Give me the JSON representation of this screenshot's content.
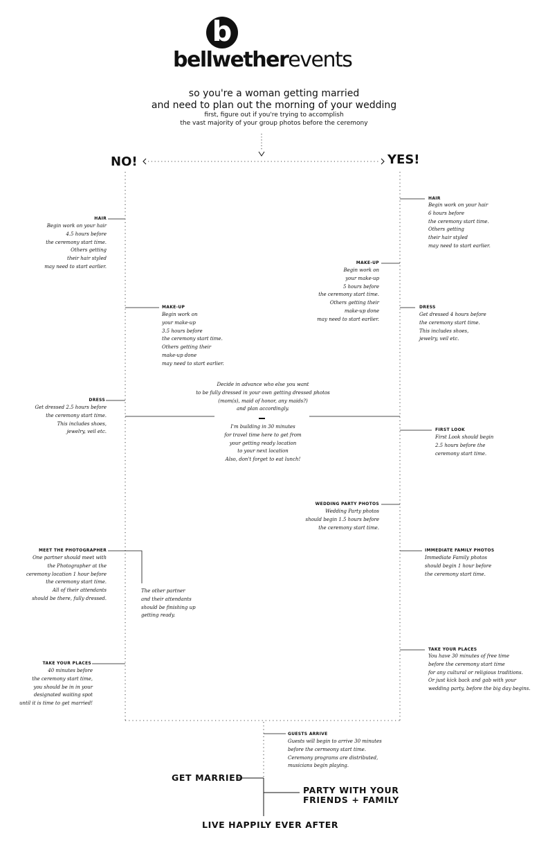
{
  "brand": {
    "name_bold": "bellwether",
    "name_light": "events",
    "mark_letter": "b"
  },
  "intro": {
    "line1": "so you're a woman getting married",
    "line2": "and need to plan out the morning of your wedding",
    "line3": "first, figure out if you're trying to accomplish",
    "line4": "the vast majority of your group photos before the ceremony"
  },
  "choice": {
    "no": "NO!",
    "yes": "YES!"
  },
  "no_path": {
    "hair": {
      "label": "HAIR",
      "body": "Begin work on your hair\n4.5 hours before\nthe ceremony start time.\nOthers getting\ntheir hair styled\nmay need to start earlier."
    },
    "makeup": {
      "label": "MAKE-UP",
      "body": "Begin work on\nyour make-up\n3.5 hours before\nthe ceremony start time.\nOthers getting their\nmake-up done\nmay need to start earlier."
    },
    "dress": {
      "label": "DRESS",
      "body": "Get dressed 2.5 hours before\nthe ceremony start time.\nThis includes shoes,\njewelry, veil etc."
    },
    "photographer": {
      "label": "MEET THE PHOTOGRAPHER",
      "body": "One partner should meet with\nthe Photographer at the\nceremony location 1 hour before\nthe ceremony start time.\nAll of their attendants\nshould be there, fully dressed."
    },
    "other_partner": {
      "body": "The other partner\nand their attendants\nshould be finishing up\ngetting ready."
    },
    "places": {
      "label": "TAKE YOUR PLACES",
      "body": "40 minutes before\nthe ceremony start time,\nyou should be in in your\ndesignated waiting spot\nuntil it is time to get married!"
    }
  },
  "center": {
    "note1": "Decide in advance who else you want\nto be fully dressed in your own getting dressed photos\n(mom(s), maid of honor, any maids?)\nand plan accordingly.",
    "note2": "I'm building in 30 minutes\nfor travel time here to get from\nyour getting ready location\nto your next location\nAlso, don't forget to eat lunch!"
  },
  "yes_path": {
    "hair": {
      "label": "HAIR",
      "body": "Begin work on your hair\n6 hours before\nthe ceremony start time.\nOthers getting\ntheir hair styled\nmay need to start earlier."
    },
    "makeup": {
      "label": "MAKE-UP",
      "body": "Begin work on\nyour make-up\n5 hours before\nthe ceremony start time.\nOthers getting their\nmake-up done\nmay need to start earlier."
    },
    "dress": {
      "label": "DRESS",
      "body": "Get dressed 4 hours before\nthe ceremony start time.\nThis includes shoes,\njewelry, veil etc."
    },
    "first_look": {
      "label": "FIRST LOOK",
      "body": "First Look should begin\n2.5 hours before the\nceremony start time."
    },
    "wedding_party": {
      "label": "WEDDING PARTY PHOTOS",
      "body": "Wedding Party photos\nshould begin 1.5 hours before\nthe ceremony start time."
    },
    "family": {
      "label": "IMMEDIATE FAMILY PHOTOS",
      "body": "Immediate Family photos\nshould begin 1 hour before\nthe ceremony start time."
    },
    "places": {
      "label": "TAKE YOUR PLACES",
      "body": "You have 30 minutes of free time\nbefore the ceremony start time\nfor any cultural or religious traditions.\nOr just kick back and gab with your\nwedding party, before the big day begins."
    }
  },
  "guests": {
    "label": "GUESTS ARRIVE",
    "body": "Guests will begin to arrive 30 minutes\nbefore the cermeony start time.\nCeremony programs are distributed,\nmusicians begin playing."
  },
  "finale": {
    "married": "GET MARRIED",
    "party1": "PARTY WITH YOUR",
    "party2": "FRIENDS + FAMILY",
    "live": "LIVE HAPPILY EVER AFTER"
  }
}
